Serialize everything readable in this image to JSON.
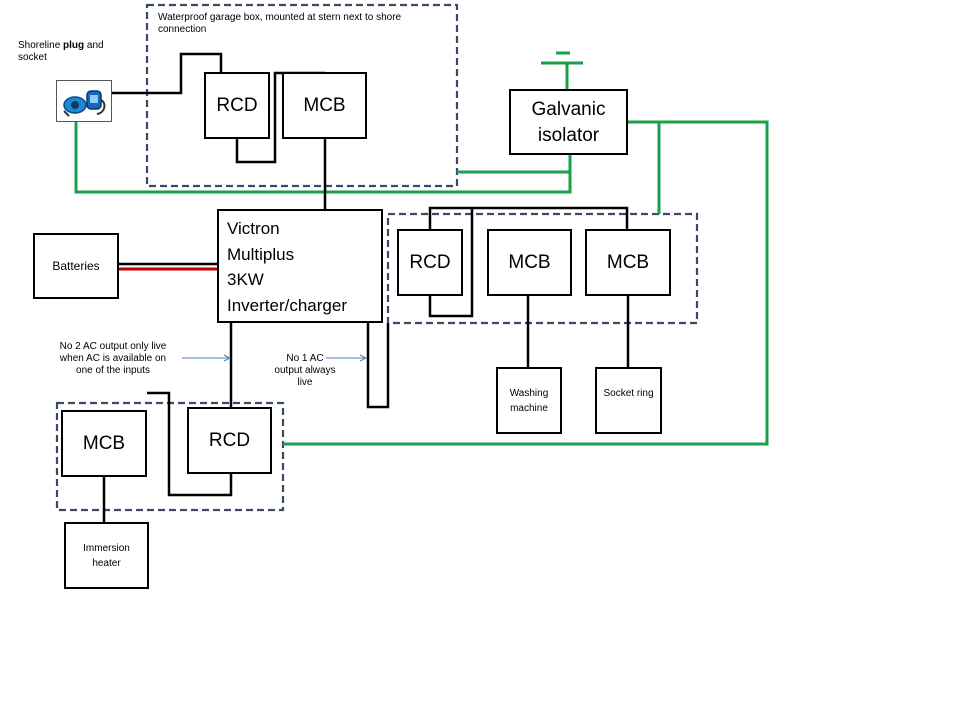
{
  "garage_box": {
    "label": "Waterproof garage box, mounted at stern next to shore connection",
    "rcd": "RCD",
    "mcb": "MCB"
  },
  "shoreline": {
    "prefix": "Shoreline ",
    "bold": "plug",
    "suffix": " and socket"
  },
  "galvanic_isolator": "Galvanic isolator",
  "inverter": {
    "line1": "Victron",
    "line2": "Multiplus",
    "line3": "3KW",
    "line4": "Inverter/charger"
  },
  "batteries": "Batteries",
  "output1_panel": {
    "rcd": "RCD",
    "mcb1": "MCB",
    "mcb2": "MCB"
  },
  "washing_machine": "Washing machine",
  "socket_ring": "Socket ring",
  "output2_panel": {
    "mcb": "MCB",
    "rcd": "RCD"
  },
  "immersion_heater": "Immersion heater",
  "notes": {
    "output2": "No 2 AC output only live when AC is available on one of the inputs",
    "output1": "No 1 AC output always live"
  },
  "colors": {
    "earth": "#1aa04a",
    "dashed_border": "#3a4a66",
    "battery_positive": "#c00000",
    "arrow": "#4f81bd"
  }
}
